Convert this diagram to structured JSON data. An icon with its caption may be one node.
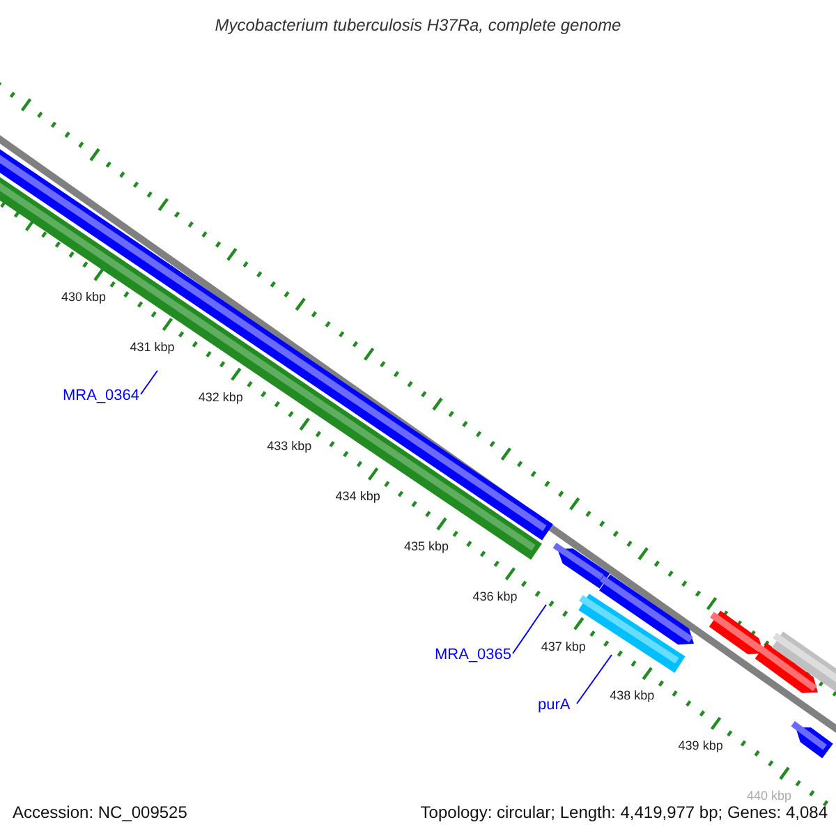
{
  "diagram": {
    "title": "Mycobacterium tuberculosis H37Ra, complete genome",
    "nodes": [
      {
        "text": [
          "MRA_0364"
        ]
      },
      {
        "text": [
          "MRA_0365"
        ]
      },
      {
        "text": [
          "purA"
        ]
      }
    ],
    "edges": [
      {
        "from": 0,
        "to": null,
        "arrow": "none"
      },
      {
        "from": 1,
        "to": null,
        "arrow": "none"
      },
      {
        "from": 2,
        "to": null,
        "arrow": "none"
      }
    ],
    "labels": [
      "430 kbp",
      "431 kbp",
      "432 kbp",
      "433 kbp",
      "434 kbp",
      "435 kbp",
      "436 kbp",
      "437 kbp",
      "438 kbp",
      "439 kbp",
      "440 kbp",
      "Accession: NC_009525",
      "Topology: circular; Length: 4,419,977 bp; Genes: 4,084"
    ]
  }
}
